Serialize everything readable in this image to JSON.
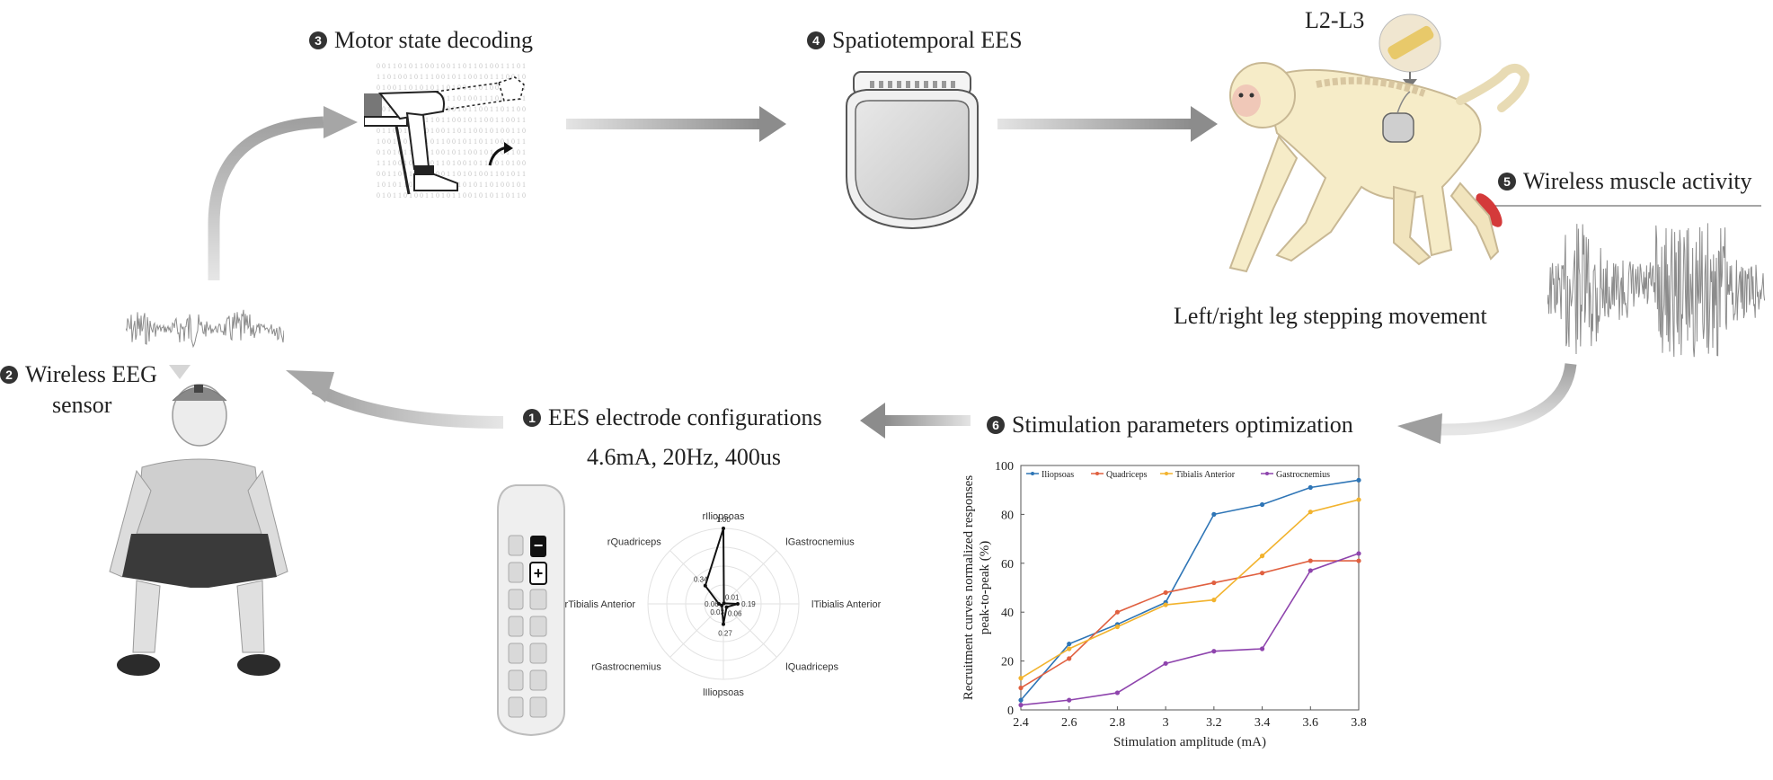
{
  "steps": {
    "s1": {
      "num": "1",
      "label": "EES electrode configurations",
      "params": "4.6mA, 20Hz, 400us"
    },
    "s2": {
      "num": "2",
      "label_line1": "Wireless EEG",
      "label_line2": "sensor"
    },
    "s3": {
      "num": "3",
      "label": "Motor state decoding"
    },
    "s4": {
      "num": "4",
      "label": "Spatiotemporal EES"
    },
    "s5": {
      "num": "5",
      "label": "Wireless muscle activity"
    },
    "s6": {
      "num": "6",
      "label": "Stimulation parameters optimization"
    }
  },
  "monkey": {
    "spine_label": "L2-L3",
    "caption": "Left/right leg stepping movement"
  },
  "electrode": {
    "minus": "−",
    "plus": "+"
  },
  "colors": {
    "arrow": "#9a9a9a",
    "signal": "#8c8c8c",
    "monkey": "#f6ecc8",
    "muscle": "#d43a3a"
  },
  "chart_data": [
    {
      "type": "radar",
      "axes": [
        "rIliopsoas",
        "lGastrocnemius",
        "lTibialis Anterior",
        "lQuadriceps",
        "lIliopsoas",
        "rGastrocnemius",
        "rTibialis Anterior",
        "rQuadriceps"
      ],
      "values": [
        1.0,
        0.01,
        0.19,
        0.06,
        0.27,
        0.03,
        0.06,
        0.34
      ],
      "value_labels": [
        "1.00",
        "0.01",
        "0.19",
        "0.06",
        "0.27",
        "0.03",
        "0.06",
        "0.34"
      ],
      "range": [
        0,
        1
      ],
      "grid": true
    },
    {
      "type": "line",
      "x": [
        2.4,
        2.6,
        2.8,
        3.0,
        3.2,
        3.4,
        3.6,
        3.8
      ],
      "x_ticks": [
        "2.4",
        "2.6",
        "2.8",
        "3",
        "3.2",
        "3.4",
        "3.6",
        "3.8"
      ],
      "y_ticks": [
        "0",
        "20",
        "40",
        "60",
        "80",
        "100"
      ],
      "xlim": [
        2.4,
        3.8
      ],
      "ylim": [
        0,
        100
      ],
      "xlabel": "Stimulation amplitude (mA)",
      "ylabel_line1": "Recruitment curves normalized responses",
      "ylabel_line2": "peak-to-peak (%)",
      "legend_position": "top-left",
      "series": [
        {
          "name": "Iliopsoas",
          "color": "#2e75b6",
          "values": [
            4,
            27,
            35,
            44,
            80,
            84,
            91,
            94
          ]
        },
        {
          "name": "Quadriceps",
          "color": "#e06040",
          "values": [
            9,
            21,
            40,
            48,
            52,
            56,
            61,
            61
          ]
        },
        {
          "name": "Tibialis Anterior",
          "color": "#f2b32e",
          "values": [
            13,
            25,
            34,
            43,
            45,
            63,
            81,
            86
          ]
        },
        {
          "name": "Gastrocnemius",
          "color": "#8e44ad",
          "values": [
            2,
            4,
            7,
            19,
            24,
            25,
            57,
            64
          ]
        }
      ]
    }
  ]
}
